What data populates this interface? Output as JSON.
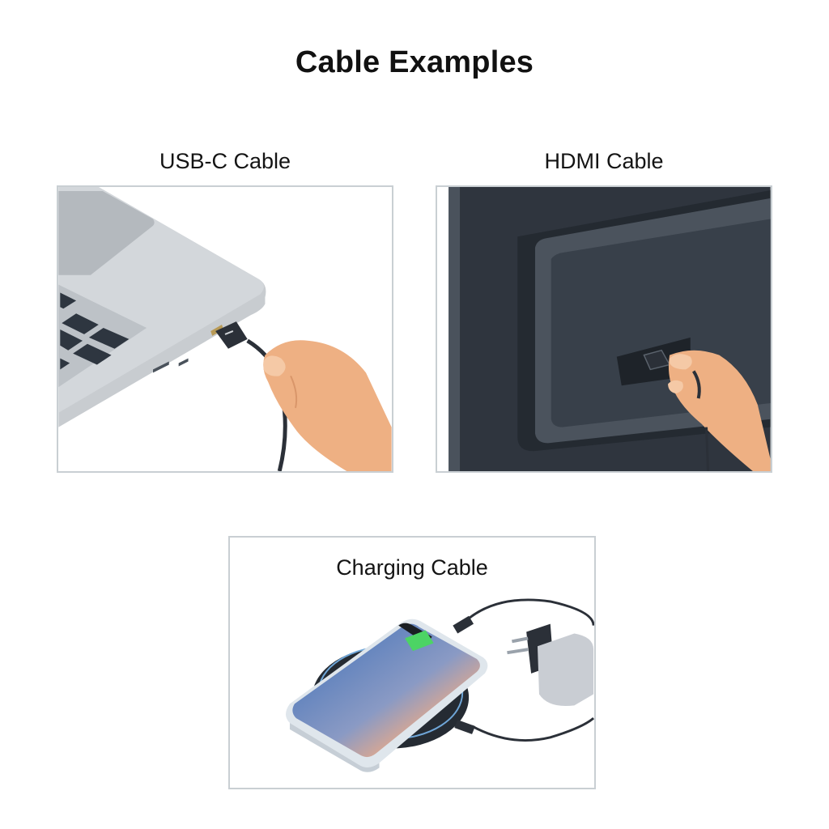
{
  "page": {
    "title": "Cable Examples"
  },
  "panels": [
    {
      "id": "usb-c",
      "label": "USB-C Cable",
      "illustration": "laptop-usb-c-plug-in"
    },
    {
      "id": "hdmi",
      "label": "HDMI Cable",
      "illustration": "monitor-hdmi-plug-in"
    },
    {
      "id": "charging",
      "label": "Charging Cable",
      "illustration": "phone-on-wireless-charger-with-wall-adapter"
    }
  ],
  "colors": {
    "panel_border": "#c9cfd3",
    "laptop_body": "#c9cdd1",
    "keys": "#2e3640",
    "monitor": "#343b45",
    "skin": "#eeb083",
    "cable": "#2b3038",
    "battery_green": "#4cd464"
  }
}
